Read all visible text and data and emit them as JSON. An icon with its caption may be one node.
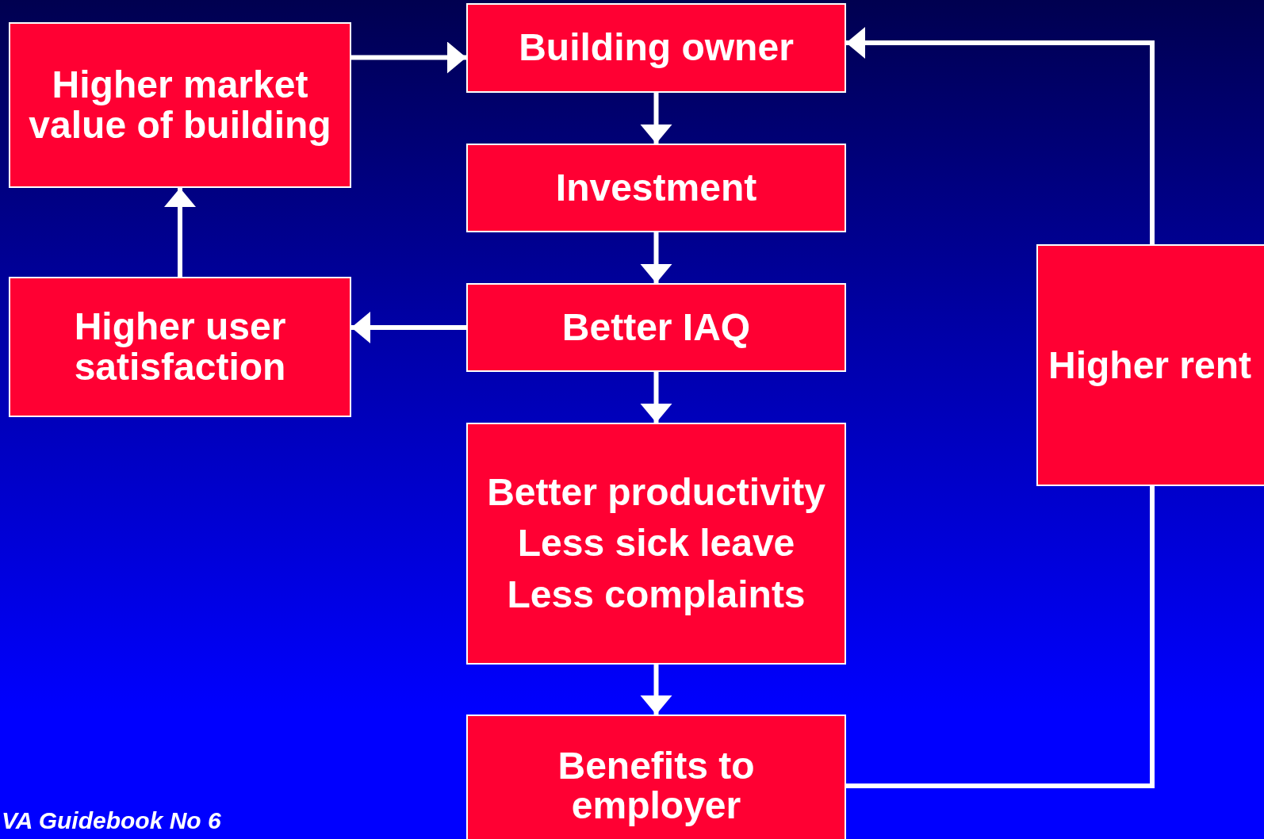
{
  "diagram": {
    "nodes": [
      {
        "text": [
          "Higher market value of building"
        ]
      },
      {
        "text": [
          "Building owner"
        ]
      },
      {
        "text": [
          "Investment"
        ]
      },
      {
        "text": [
          "Better IAQ"
        ]
      },
      {
        "text": [
          "Higher user satisfaction"
        ]
      },
      {
        "text": [
          "Better productivity",
          "Less sick leave",
          "Less complaints"
        ]
      },
      {
        "text": [
          "Benefits to employer"
        ]
      },
      {
        "text": [
          "Higher rent"
        ]
      }
    ],
    "edges": [
      {
        "from": 0,
        "to": 1,
        "arrow": "to"
      },
      {
        "from": 1,
        "to": 2,
        "arrow": "to"
      },
      {
        "from": 2,
        "to": 3,
        "arrow": "to"
      },
      {
        "from": 3,
        "to": 4,
        "arrow": "to"
      },
      {
        "from": 4,
        "to": 0,
        "arrow": "to"
      },
      {
        "from": 3,
        "to": 5,
        "arrow": "to"
      },
      {
        "from": 5,
        "to": 6,
        "arrow": "to"
      },
      {
        "from": 6,
        "to": 7,
        "arrow": "none"
      },
      {
        "from": 7,
        "to": 1,
        "arrow": "to"
      }
    ],
    "labels": [
      "VA Guidebook No 6"
    ]
  }
}
